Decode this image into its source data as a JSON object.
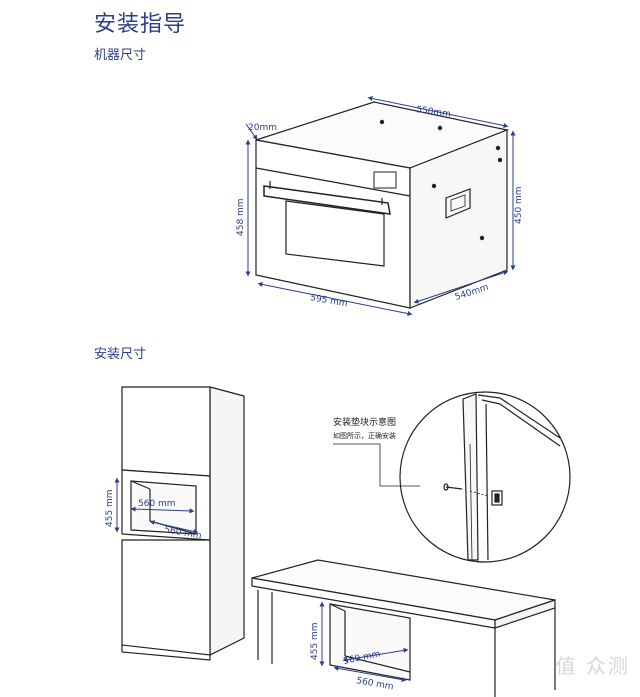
{
  "page": {
    "title": "安装指导",
    "section_machine": "机器尺寸",
    "section_install": "安装尺寸"
  },
  "oven_dims": {
    "top_depth": "550mm",
    "front_gap": "20mm",
    "height_front": "458 mm",
    "height_side": "450 mm",
    "width_front": "595 mm",
    "depth_bottom": "540mm"
  },
  "install_dims": {
    "tall_height": "455 mm",
    "tall_width": "560 mm",
    "tall_depth": "560 mm",
    "under_height": "455 mm",
    "under_width": "560 mm",
    "under_depth": "560 mm"
  },
  "callout": {
    "title": "安装垫块示意图",
    "subtitle": "如图所示，正确安装"
  },
  "watermark": "值 众测",
  "colors": {
    "accent": "#2b3f8c",
    "line": "#222222"
  }
}
